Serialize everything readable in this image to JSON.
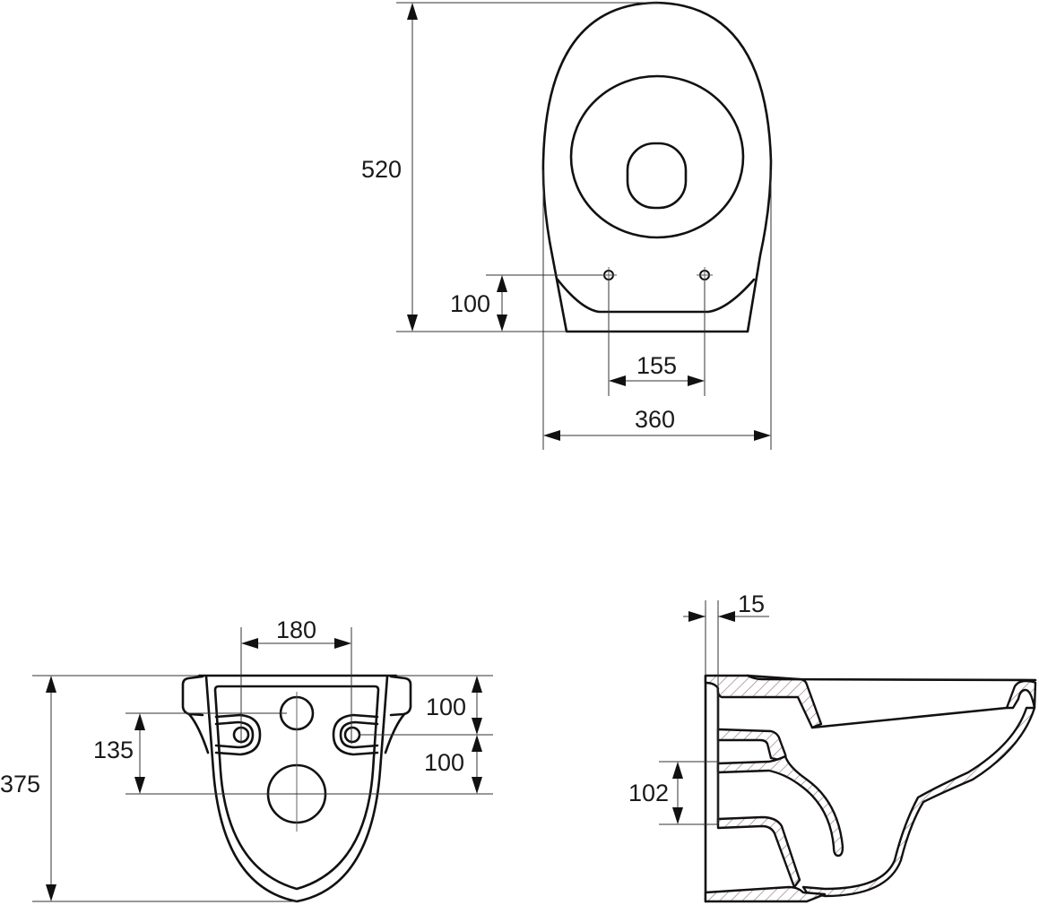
{
  "drawing": {
    "title": "Wall-hung toilet dimension drawing",
    "units": "mm",
    "hatch_color": "#9a7f8a"
  },
  "top_view": {
    "dimensions": {
      "overall_length": "520",
      "fixing_offset": "100",
      "fixing_spacing": "155",
      "overall_width": "360"
    }
  },
  "rear_view": {
    "dimensions": {
      "bolt_spacing": "180",
      "overall_height": "375",
      "inlet_to_outlet": "135",
      "top_to_bolts": "100",
      "bolts_to_outlet": "100"
    }
  },
  "side_view": {
    "dimensions": {
      "wall_gap": "15",
      "outlet_height": "102"
    }
  }
}
